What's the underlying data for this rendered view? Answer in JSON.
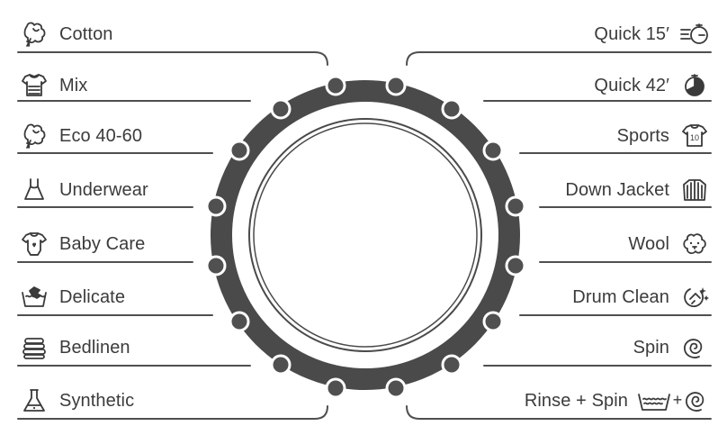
{
  "title": "",
  "colors": {
    "ink": "#3a3a3a",
    "dial": "#4a4a4a",
    "line": "#4f4f4f",
    "dot": "#505050",
    "background": "#ffffff"
  },
  "programs": {
    "left": [
      {
        "label": "Cotton",
        "icon": "cotton-icon"
      },
      {
        "label": "Mix",
        "icon": "mix-icon"
      },
      {
        "label": "Eco 40-60",
        "icon": "eco-cotton-icon"
      },
      {
        "label": "Underwear",
        "icon": "underwear-icon"
      },
      {
        "label": "Baby Care",
        "icon": "baby-care-icon"
      },
      {
        "label": "Delicate",
        "icon": "delicate-icon"
      },
      {
        "label": "Bedlinen",
        "icon": "bedlinen-icon"
      },
      {
        "label": "Synthetic",
        "icon": "synthetic-icon"
      }
    ],
    "right": [
      {
        "label": "Quick 15′",
        "icon": "quick-15-icon"
      },
      {
        "label": "Quick 42′",
        "icon": "quick-42-icon"
      },
      {
        "label": "Sports",
        "icon": "sports-jersey-icon",
        "icon_text": "10"
      },
      {
        "label": "Down Jacket",
        "icon": "down-jacket-icon"
      },
      {
        "label": "Wool",
        "icon": "wool-icon"
      },
      {
        "label": "Drum Clean",
        "icon": "drum-clean-icon"
      },
      {
        "label": "Spin",
        "icon": "spin-icon"
      },
      {
        "label": "Rinse + Spin",
        "icon": "rinse-spin-icon",
        "icon_text": "+"
      }
    ]
  }
}
